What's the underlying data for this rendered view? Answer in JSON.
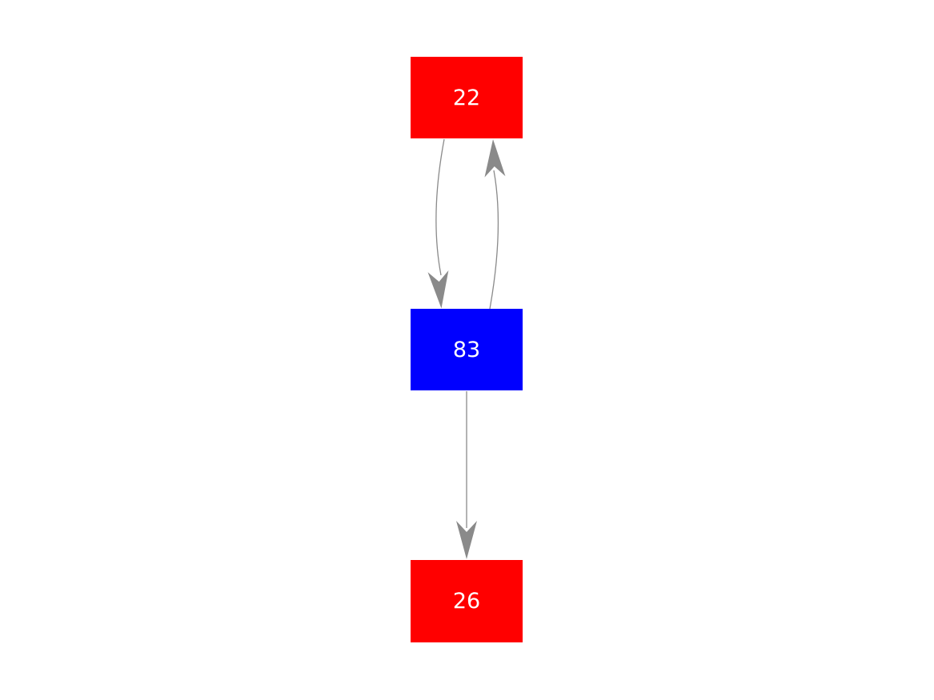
{
  "canvas": {
    "background": "#ffffff"
  },
  "graph": {
    "type": "directed-graph",
    "edge_color": "#8a8a8a",
    "nodes": [
      {
        "id": "22",
        "label": "22",
        "color": "#ff0000",
        "text_color": "#ffffff",
        "position": "top"
      },
      {
        "id": "83",
        "label": "83",
        "color": "#0000ff",
        "text_color": "#ffffff",
        "position": "middle"
      },
      {
        "id": "26",
        "label": "26",
        "color": "#ff0000",
        "text_color": "#ffffff",
        "position": "bottom"
      }
    ],
    "edges": [
      {
        "from": "22",
        "to": "83",
        "style": "curved-left"
      },
      {
        "from": "83",
        "to": "22",
        "style": "curved-right"
      },
      {
        "from": "83",
        "to": "26",
        "style": "straight"
      }
    ]
  }
}
